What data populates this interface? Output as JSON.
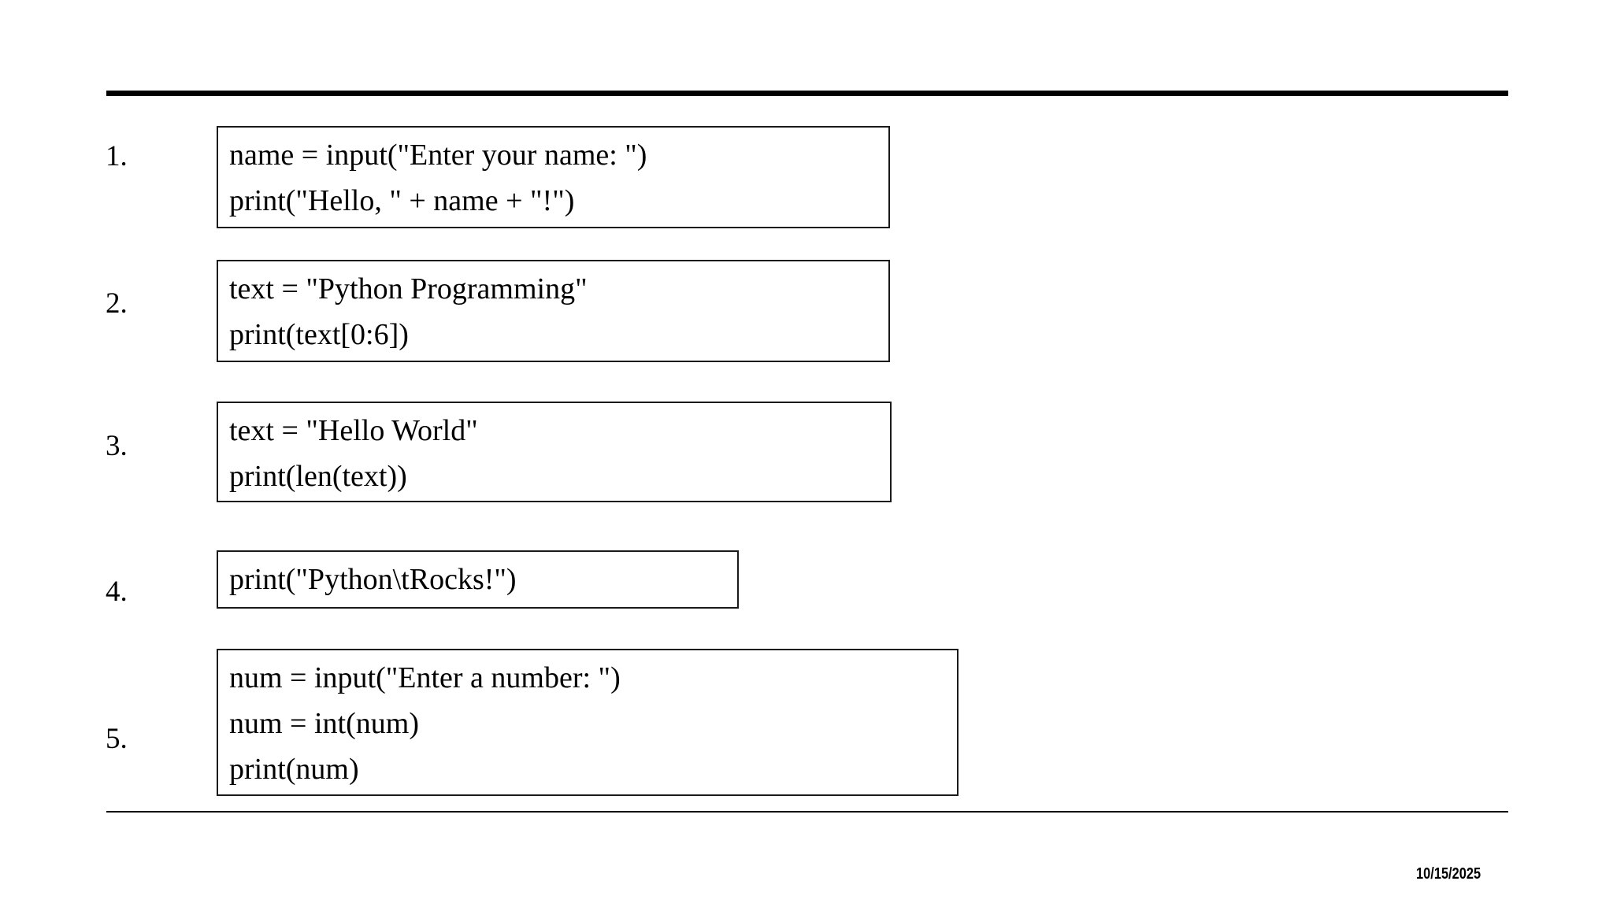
{
  "slide": {
    "background_color": "#ffffff",
    "rule_color": "#000000",
    "text_color": "#000000",
    "border_color": "#1a1a1a"
  },
  "items": [
    {
      "number": "1.",
      "lines": [
        "name = input(\"Enter your name: \")",
        "print(\"Hello, \" + name + \"!\")"
      ]
    },
    {
      "number": "2.",
      "lines": [
        "text = \"Python Programming\"",
        "print(text[0:6])"
      ]
    },
    {
      "number": "3.",
      "lines": [
        "text = \"Hello World\"",
        "print(len(text))"
      ]
    },
    {
      "number": "4.",
      "lines": [
        "print(\"Python\\tRocks!\")"
      ]
    },
    {
      "number": "5.",
      "lines": [
        "num = input(\"Enter a number: \")",
        "num = int(num)",
        "print(num)"
      ]
    }
  ],
  "footer": {
    "date": "10/15/2025"
  }
}
